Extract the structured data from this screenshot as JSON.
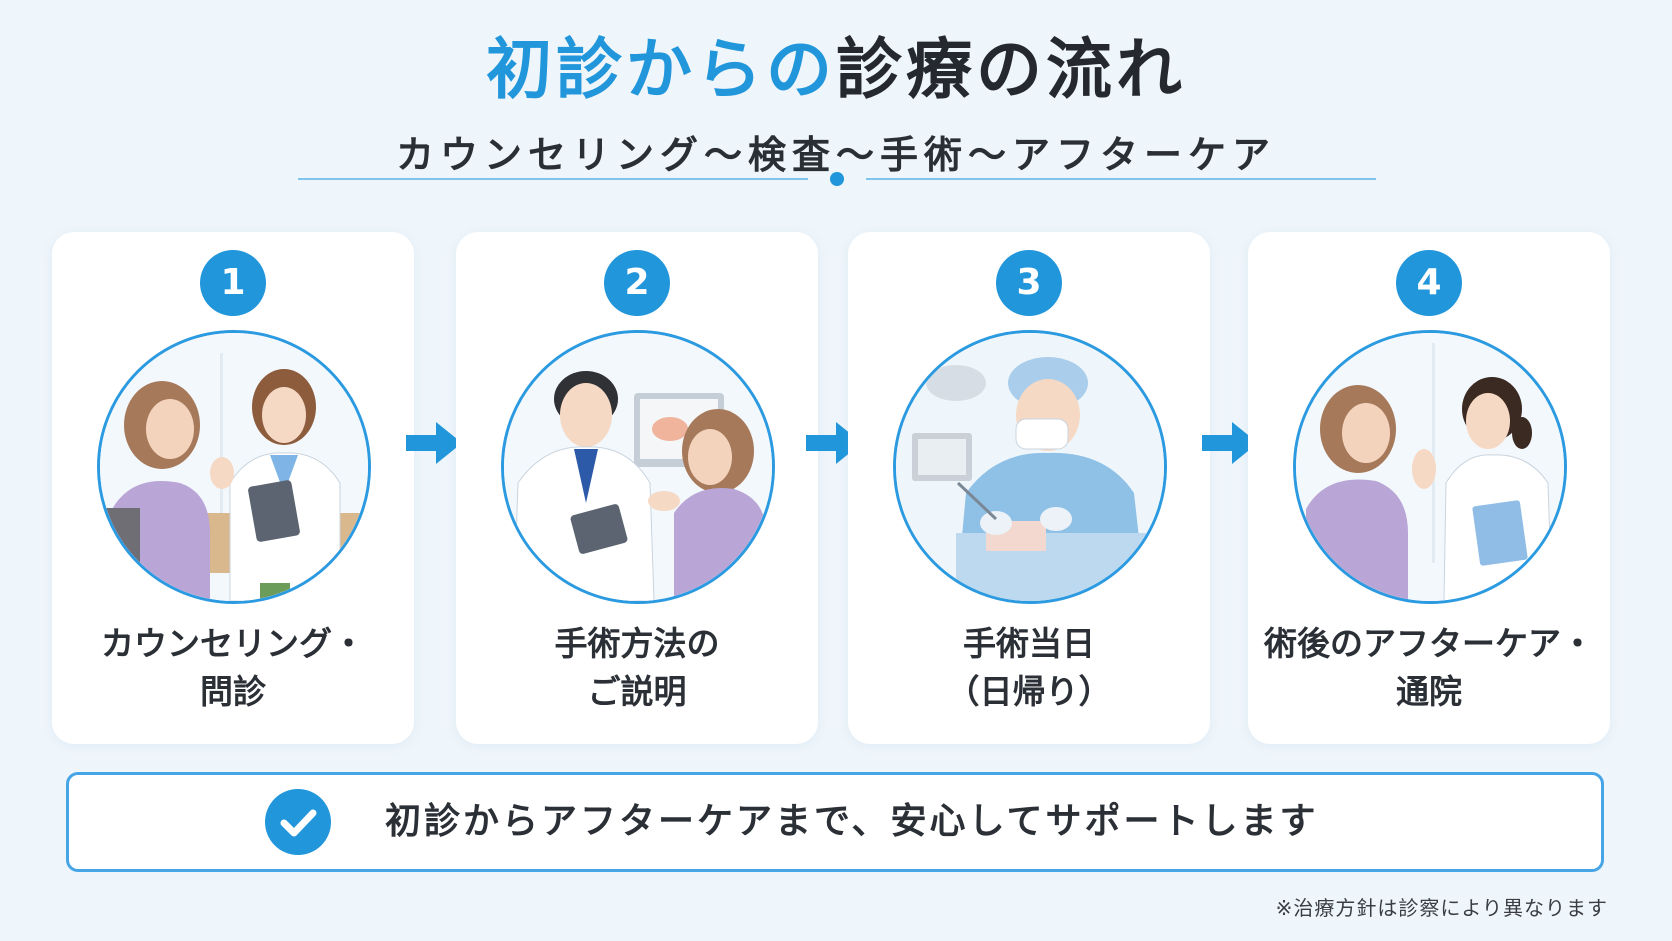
{
  "header": {
    "title_highlight": "初診からの",
    "title_rest": "診療の流れ",
    "subtitle": "カウンセリング〜検査〜手術〜アフターケア"
  },
  "steps": [
    {
      "number": "1",
      "line1": "カウンセリング・",
      "line2": "問診",
      "illustration": "counseling-scene"
    },
    {
      "number": "2",
      "line1": "手術方法の",
      "line2": "ご説明",
      "illustration": "doctor-explanation-scene"
    },
    {
      "number": "3",
      "line1": "手術当日",
      "line2": "（日帰り）",
      "illustration": "surgeon-operating-scene"
    },
    {
      "number": "4",
      "line1": "術後のアフターケア・",
      "line2": "通院",
      "illustration": "nurse-aftercare-scene"
    }
  ],
  "banner": {
    "icon": "check-circle-icon",
    "text": "初診からアフターケアまで、安心してサポートします"
  },
  "note": "※治療方針は診察により異なります",
  "colors": {
    "accent": "#2196db",
    "background": "#eef5fb",
    "text": "#2b2f36"
  }
}
